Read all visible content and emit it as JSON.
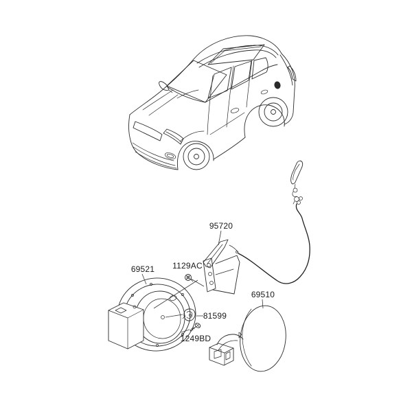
{
  "diagram": {
    "colors": {
      "background": "#ffffff",
      "line": "#2b2b2b",
      "label_text": "#1a1a1a",
      "fuel_door_marker": "#000000"
    },
    "parts": [
      {
        "label": "95720"
      },
      {
        "label": "1129AC"
      },
      {
        "label": "69521"
      },
      {
        "label": "81599"
      },
      {
        "label": "1249BD"
      },
      {
        "label": "69510"
      }
    ]
  }
}
